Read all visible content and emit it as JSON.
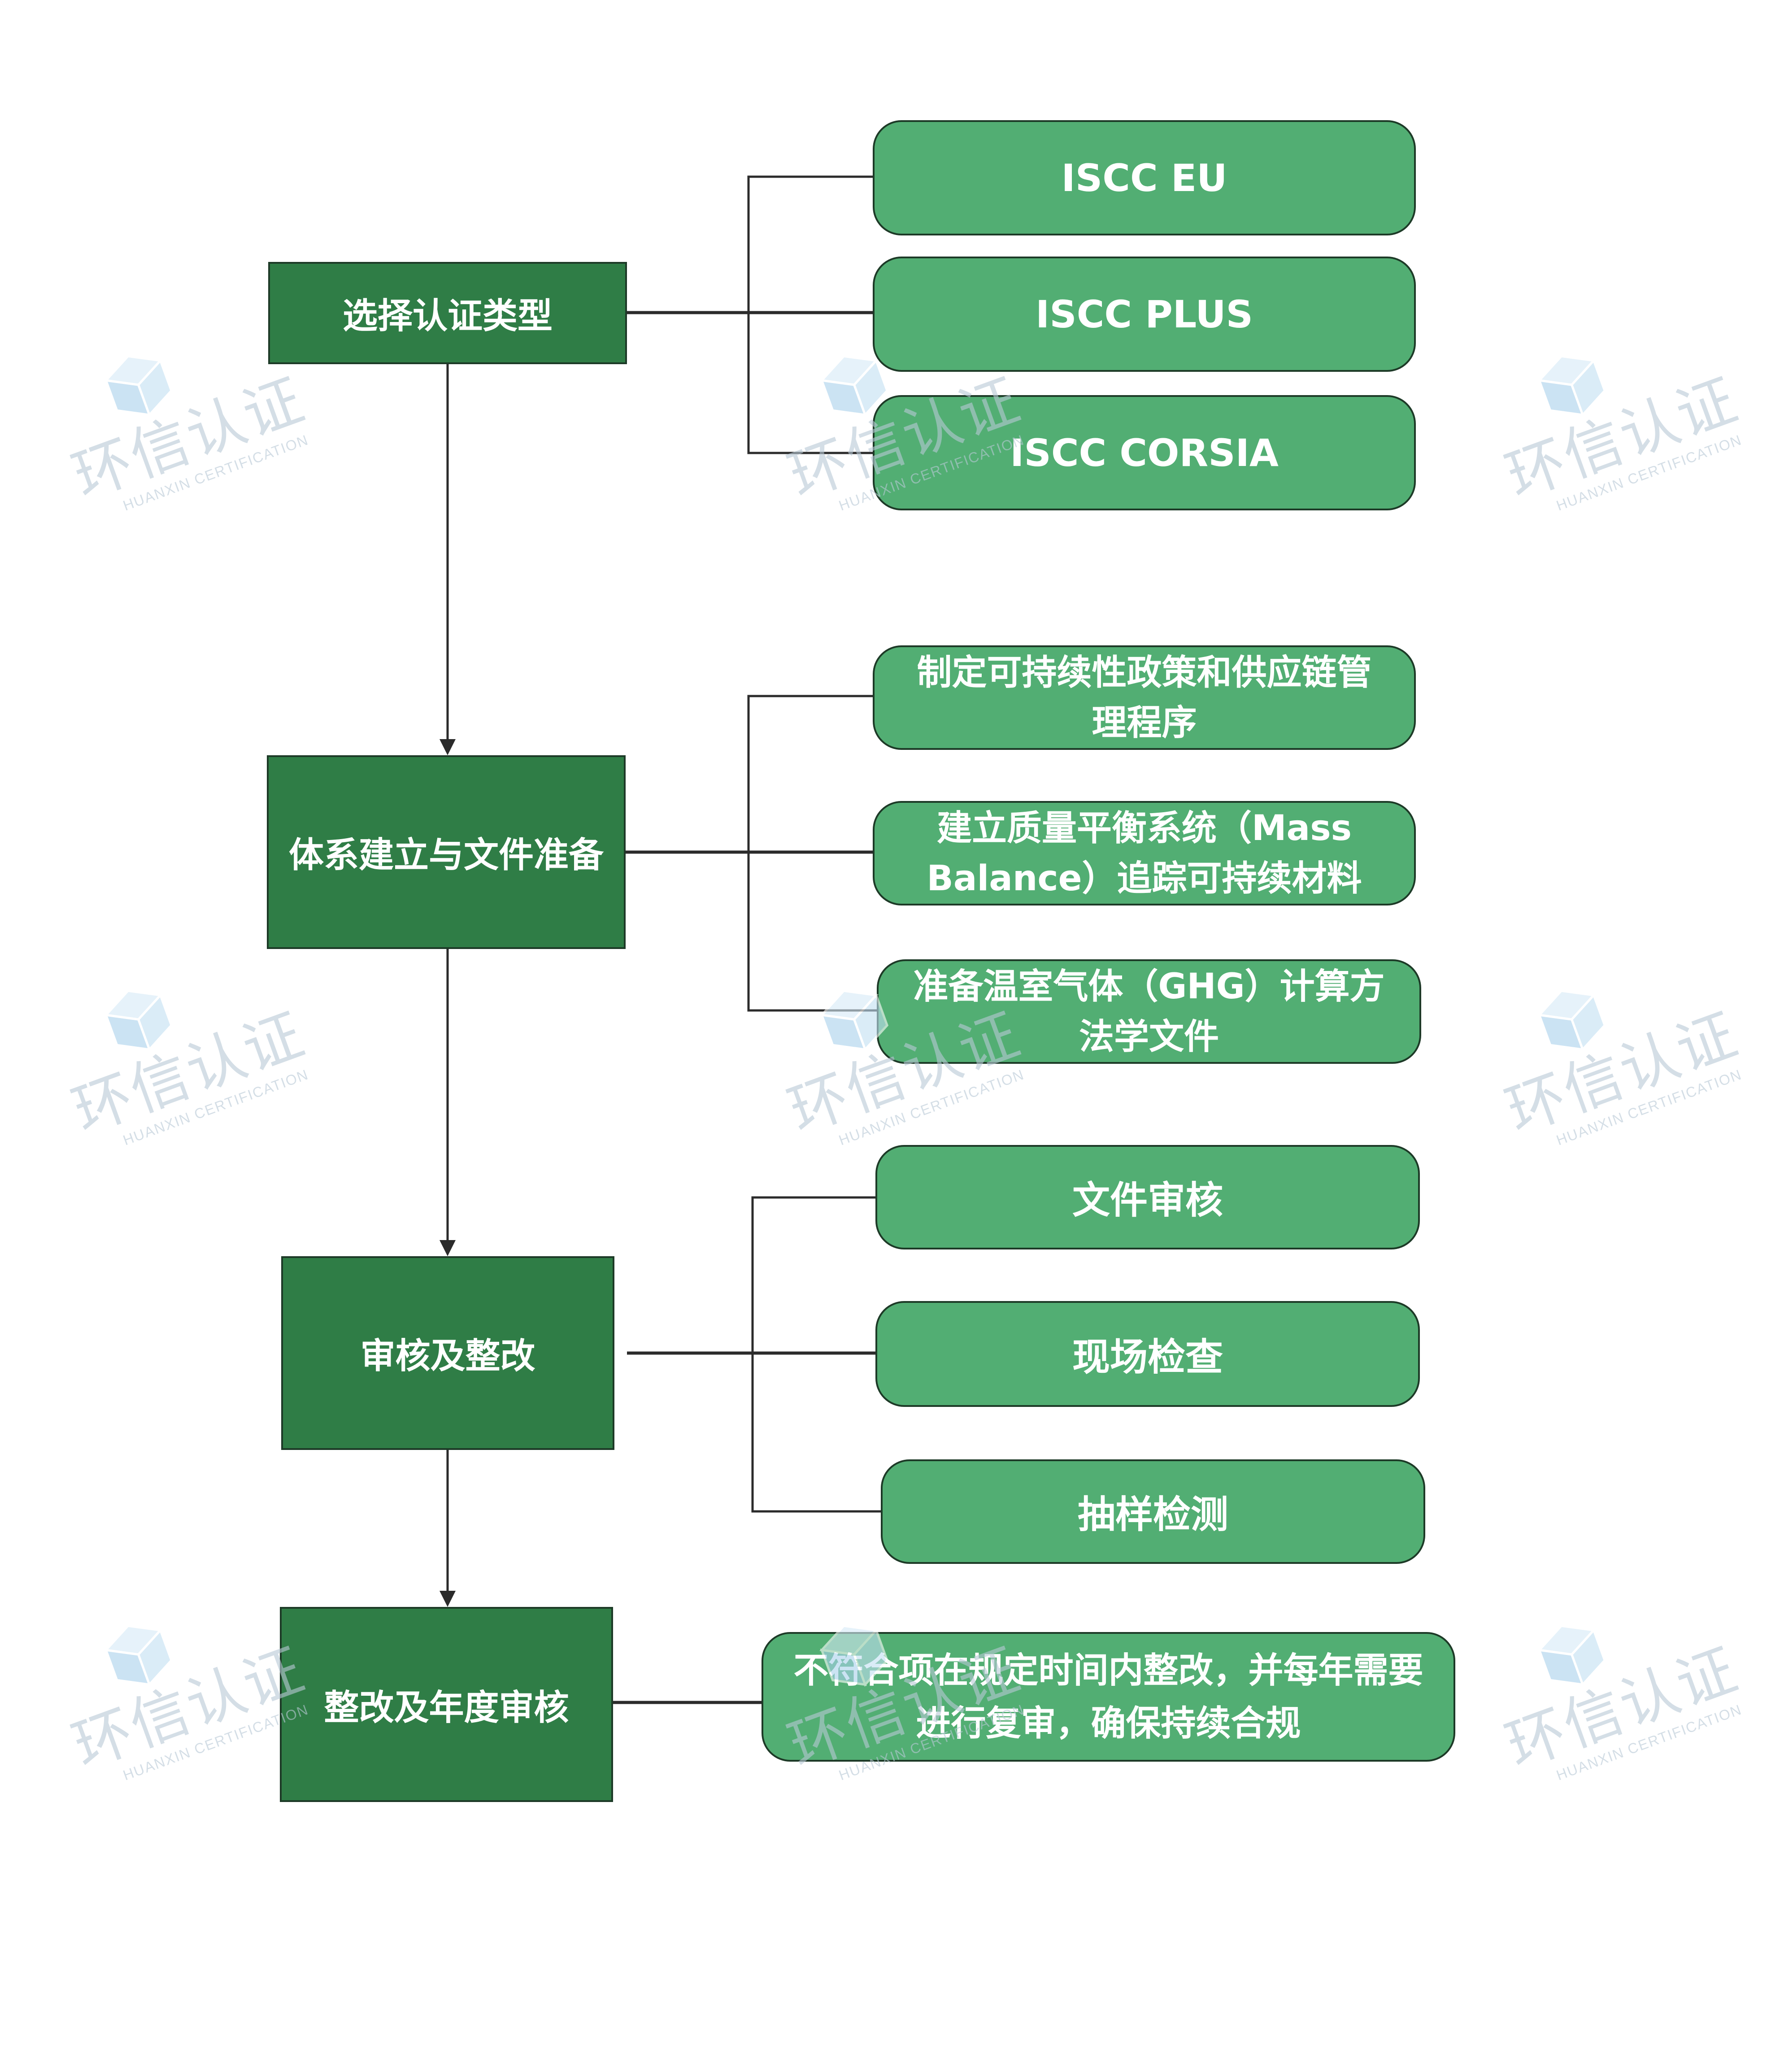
{
  "steps": [
    {
      "label": "选择认证类型",
      "details": [
        {
          "lines": [
            "ISCC EU"
          ]
        },
        {
          "lines": [
            "ISCC PLUS"
          ]
        },
        {
          "lines": [
            "ISCC CORSIA"
          ]
        }
      ]
    },
    {
      "label": "体系建立与文件准备",
      "details": [
        {
          "lines": [
            "制定可持续性政策和供应链管",
            "理程序"
          ]
        },
        {
          "lines": [
            "建立质量平衡系统（Mass",
            "Balance）追踪可持续材料"
          ]
        },
        {
          "lines": [
            "准备温室气体（GHG）计算方",
            "法学文件"
          ]
        }
      ]
    },
    {
      "label": "审核及整改",
      "details": [
        {
          "lines": [
            "文件审核"
          ]
        },
        {
          "lines": [
            "现场检查"
          ]
        },
        {
          "lines": [
            "抽样检测"
          ]
        }
      ]
    },
    {
      "label": "整改及年度审核",
      "details": [
        {
          "lines": [
            "不符合项在规定时间内整改，并每年需要",
            "进行复审，确保持续合规"
          ]
        }
      ]
    }
  ],
  "watermark": {
    "text": "环信认证",
    "subtext": "HUANXIN CERTIFICATION",
    "icon": "cube-logo-icon"
  },
  "colors": {
    "step_fill": "#2f7d46",
    "detail_fill": "#52ae73",
    "border": "#1d3a27",
    "connector": "#2b2b2b",
    "text": "#ffffff",
    "watermark": "#b9c9d6"
  }
}
